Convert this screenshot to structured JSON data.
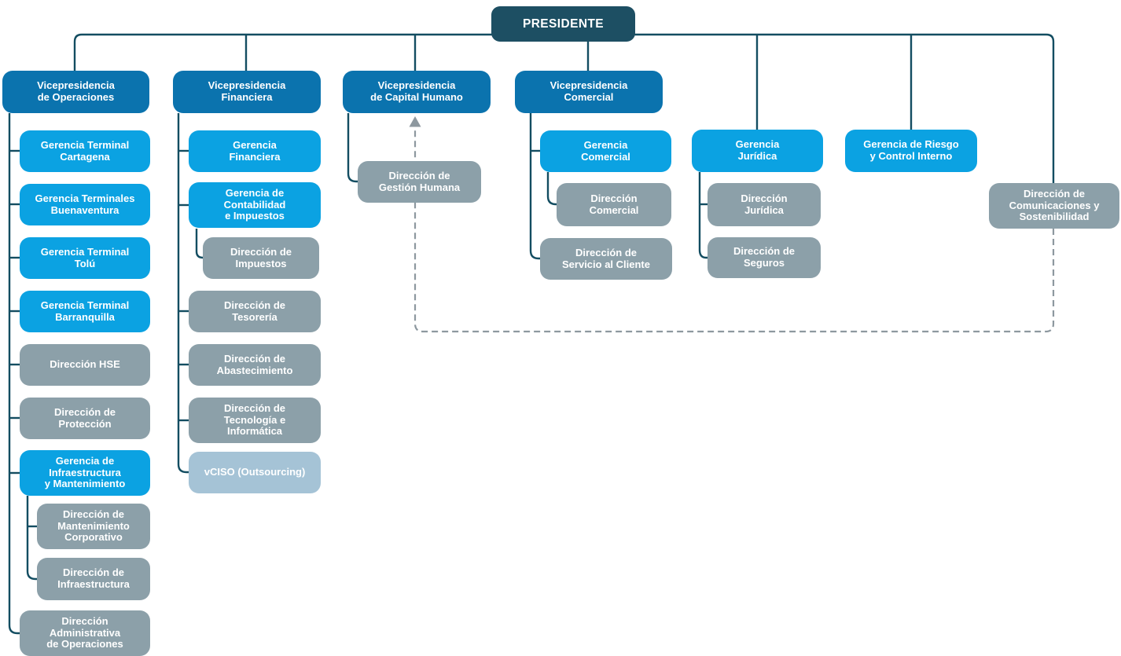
{
  "palette": {
    "root_color": "#1d4f63",
    "vp_color": "#0b73ae",
    "gerencia_color": "#0ba2e2",
    "direccion_color": "#8ca0a9",
    "outsourced_color": "#a5c3d6",
    "line_color": "#134d61",
    "dashed_line_color": "#8d989f",
    "text_color": "#ffffff",
    "background_color": "#ffffff"
  },
  "nodes": {
    "presidente": {
      "label": "PRESIDENTE"
    },
    "vp_operaciones": {
      "label": "Vicepresidencia\nde Operaciones"
    },
    "vp_financiera": {
      "label": "Vicepresidencia\nFinanciera"
    },
    "vp_capital_humano": {
      "label": "Vicepresidencia\nde Capital Humano"
    },
    "vp_comercial": {
      "label": "Vicepresidencia\nComercial"
    },
    "ger_terminal_cartagena": {
      "label": "Gerencia Terminal\nCartagena"
    },
    "ger_terminales_buenaventura": {
      "label": "Gerencia Terminales\nBuenaventura"
    },
    "ger_terminal_tolu": {
      "label": "Gerencia Terminal\nTolú"
    },
    "ger_terminal_barranquilla": {
      "label": "Gerencia Terminal\nBarranquilla"
    },
    "dir_hse": {
      "label": "Dirección HSE"
    },
    "dir_proteccion": {
      "label": "Dirección de\nProtección"
    },
    "ger_infraestructura_mantenimiento": {
      "label": "Gerencia de\nInfraestructura\ny Mantenimiento"
    },
    "dir_mantenimiento_corporativo": {
      "label": "Dirección de\nMantenimiento\nCorporativo"
    },
    "dir_infraestructura": {
      "label": "Dirección de\nInfraestructura"
    },
    "dir_administrativa_operaciones": {
      "label": "Dirección\nAdministrativa\nde Operaciones"
    },
    "ger_financiera": {
      "label": "Gerencia\nFinanciera"
    },
    "ger_contabilidad_impuestos": {
      "label": "Gerencia de\nContabilidad\ne Impuestos"
    },
    "dir_impuestos": {
      "label": "Dirección de\nImpuestos"
    },
    "dir_tesoreria": {
      "label": "Dirección de\nTesorería"
    },
    "dir_abastecimiento": {
      "label": "Dirección de\nAbastecimiento"
    },
    "dir_tecnologia_informatica": {
      "label": "Dirección de\nTecnología e\nInformática"
    },
    "vciso_outsourcing": {
      "label": "vCISO (Outsourcing)"
    },
    "dir_gestion_humana": {
      "label": "Dirección de\nGestión Humana"
    },
    "ger_comercial": {
      "label": "Gerencia\nComercial"
    },
    "dir_comercial": {
      "label": "Dirección\nComercial"
    },
    "dir_servicio_cliente": {
      "label": "Dirección de\nServicio al Cliente"
    },
    "ger_juridica": {
      "label": "Gerencia\nJurídica"
    },
    "dir_juridica": {
      "label": "Dirección\nJurídica"
    },
    "dir_seguros": {
      "label": "Dirección de\nSeguros"
    },
    "ger_riesgo_control_interno": {
      "label": "Gerencia de Riesgo\ny Control Interno"
    },
    "dir_comunicaciones_sostenibilidad": {
      "label": "Dirección de\nComunicaciones y\nSostenibilidad"
    }
  }
}
